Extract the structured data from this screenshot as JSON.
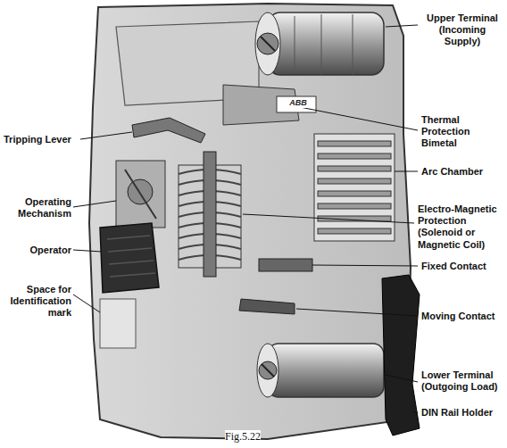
{
  "diagram": {
    "caption": "Fig.5.22",
    "labels": [
      "Upper Terminal (Incoming Supply)",
      "Thermal Protection Bimetal",
      "Arc Chamber",
      "Tripping Lever",
      "Operating Mechanism",
      "Operator",
      "Space for Identification mark",
      "Electro-Magnetic Protection (Solenoid or Magnetic Coil)",
      "Fixed Contact",
      "Moving Contact",
      "Lower Terminal (Outgoing Load)",
      "DIN Rail Holder",
      "ABB"
    ]
  }
}
